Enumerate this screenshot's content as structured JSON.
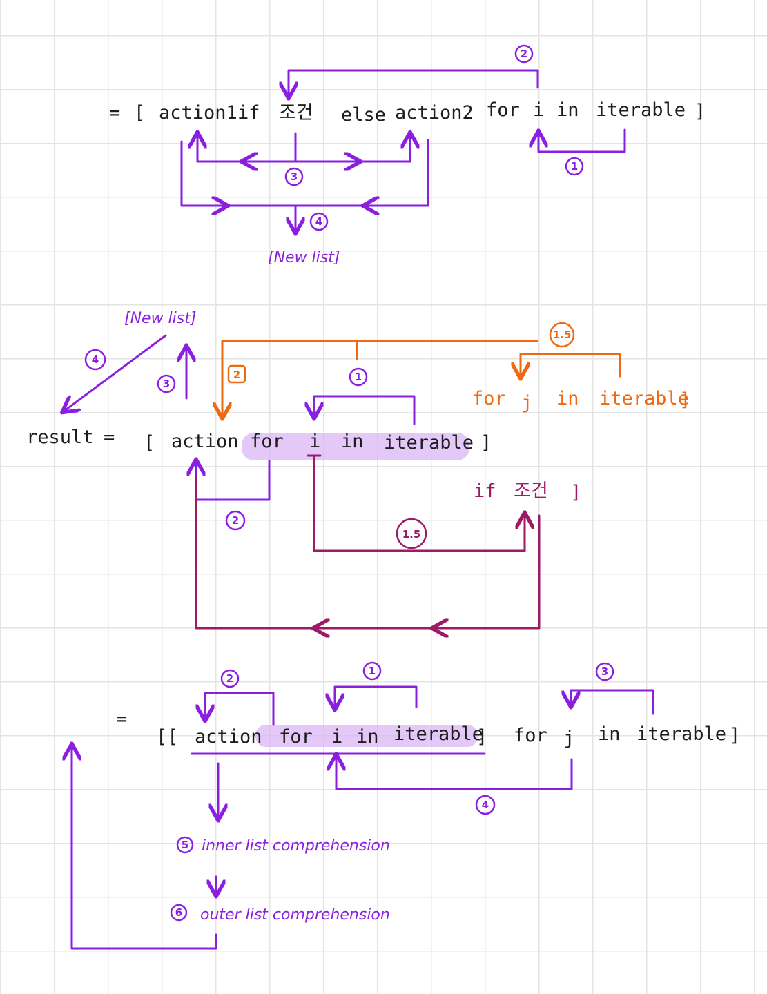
{
  "colors": {
    "black": "#1d1d1d",
    "purple": "#8a1fe0",
    "orange": "#ee6a12",
    "maroon": "#9c1a66",
    "highlight": "#d9b6f5",
    "grid": "#e4e4e4"
  },
  "diagram1": {
    "equals": "=",
    "open_bracket": "[",
    "action1": "action1",
    "if_kw": "if",
    "condition": "조건",
    "else_kw": "else",
    "action2": "action2",
    "for_kw": "for",
    "var_i": "i",
    "in_kw": "in",
    "iterable": "iterable",
    "close_bracket": "]",
    "step_1": "1",
    "step_2": "2",
    "step_3": "3",
    "step_4": "4",
    "result_label": "[New list]"
  },
  "diagram2": {
    "result_var": "result",
    "equals": "=",
    "open_bracket": "[",
    "action": "action",
    "for_kw": "for",
    "var_i": "i",
    "in_kw": "in",
    "iterable": "iterable",
    "close_bracket": "]",
    "new_list": "[New list]",
    "alt_for_kw": "for",
    "alt_var_j": "j",
    "alt_in_kw": "in",
    "alt_iterable": "iterable",
    "alt_close": "]",
    "alt_if_kw": "if",
    "alt_condition": "조건",
    "alt_if_close": "]",
    "step_1": "1",
    "step_2_orange": "2",
    "step_15_orange": "1.5",
    "step_2_purple": "2",
    "step_3_purple": "3",
    "step_4_purple": "4",
    "step_15_maroon": "1.5"
  },
  "diagram3": {
    "equals": "=",
    "open_brackets": "[[",
    "action": "action",
    "for_kw": "for",
    "var_i": "i",
    "in_kw": "in",
    "iterable": "iterable",
    "inner_close": "]",
    "outer_for_kw": "for",
    "var_j": "j",
    "outer_in_kw": "in",
    "outer_iterable": "iterable",
    "outer_close": "]",
    "step_1": "1",
    "step_2": "2",
    "step_3": "3",
    "step_4": "4",
    "step_5": "5",
    "step_6": "6",
    "inner_note": "inner list comprehension",
    "outer_note": "outer list comprehension"
  }
}
